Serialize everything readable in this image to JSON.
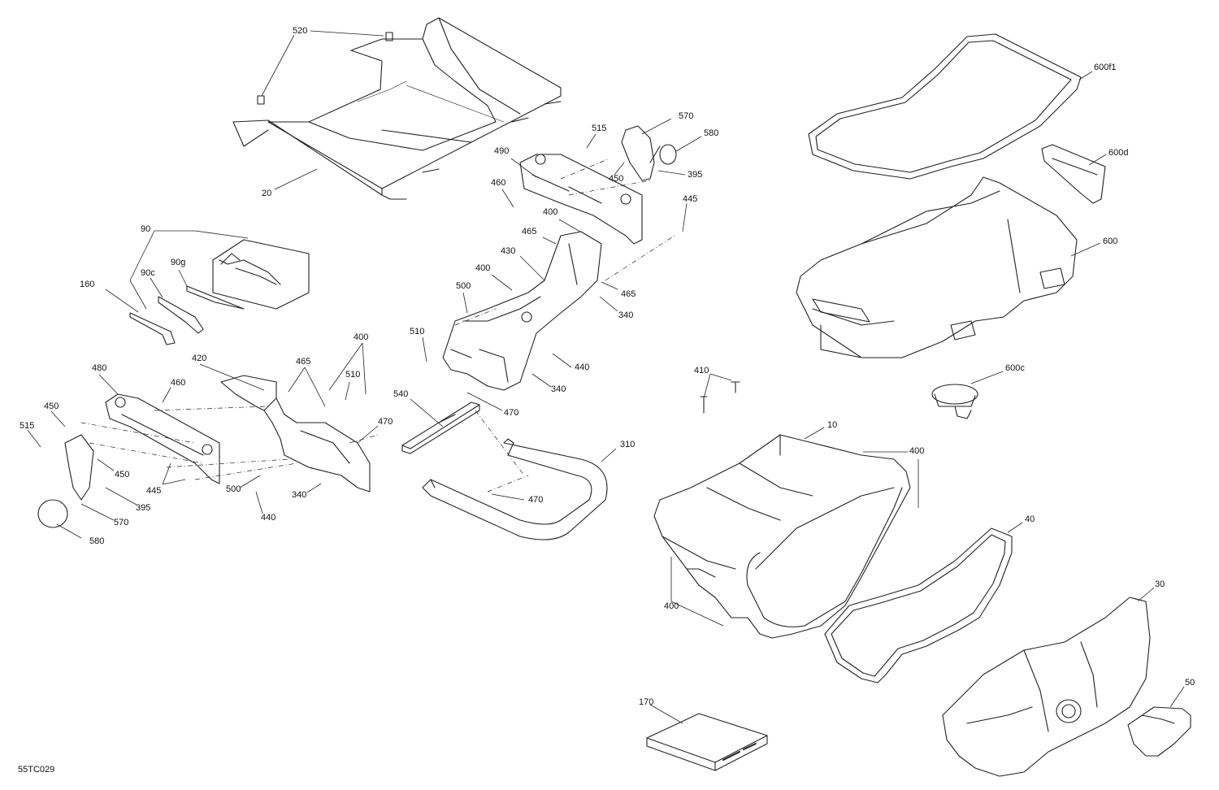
{
  "drawing_id": "55TC029",
  "callouts": [
    {
      "id": "c520",
      "text": "520"
    },
    {
      "id": "c20",
      "text": "20"
    },
    {
      "id": "c90",
      "text": "90"
    },
    {
      "id": "c90c",
      "text": "90c"
    },
    {
      "id": "c90g",
      "text": "90g"
    },
    {
      "id": "c160",
      "text": "160"
    },
    {
      "id": "c515a",
      "text": "515"
    },
    {
      "id": "c570a",
      "text": "570"
    },
    {
      "id": "c580a",
      "text": "580"
    },
    {
      "id": "c490",
      "text": "490"
    },
    {
      "id": "c450a",
      "text": "450"
    },
    {
      "id": "c395a",
      "text": "395"
    },
    {
      "id": "c460a",
      "text": "460"
    },
    {
      "id": "c445a",
      "text": "445"
    },
    {
      "id": "c400a",
      "text": "400"
    },
    {
      "id": "c465a",
      "text": "465"
    },
    {
      "id": "c430",
      "text": "430"
    },
    {
      "id": "c400b",
      "text": "400"
    },
    {
      "id": "c465b",
      "text": "465"
    },
    {
      "id": "c500a",
      "text": "500"
    },
    {
      "id": "c340a",
      "text": "340"
    },
    {
      "id": "c510a",
      "text": "510"
    },
    {
      "id": "c440a",
      "text": "440"
    },
    {
      "id": "c340b",
      "text": "340"
    },
    {
      "id": "c470a",
      "text": "470"
    },
    {
      "id": "c400c",
      "text": "400"
    },
    {
      "id": "c420",
      "text": "420"
    },
    {
      "id": "c465c",
      "text": "465"
    },
    {
      "id": "c510b",
      "text": "510"
    },
    {
      "id": "c480",
      "text": "480"
    },
    {
      "id": "c460b",
      "text": "460"
    },
    {
      "id": "c450b",
      "text": "450"
    },
    {
      "id": "c515b",
      "text": "515"
    },
    {
      "id": "c470b",
      "text": "470"
    },
    {
      "id": "c540",
      "text": "540"
    },
    {
      "id": "c450c",
      "text": "450"
    },
    {
      "id": "c445b",
      "text": "445"
    },
    {
      "id": "c500b",
      "text": "500"
    },
    {
      "id": "c395b",
      "text": "395"
    },
    {
      "id": "c570b",
      "text": "570"
    },
    {
      "id": "c440b",
      "text": "440"
    },
    {
      "id": "c340c",
      "text": "340"
    },
    {
      "id": "c580b",
      "text": "580"
    },
    {
      "id": "c310",
      "text": "310"
    },
    {
      "id": "c470c",
      "text": "470"
    },
    {
      "id": "c600f1",
      "text": "600f1"
    },
    {
      "id": "c600d",
      "text": "600d"
    },
    {
      "id": "c600",
      "text": "600"
    },
    {
      "id": "c600c",
      "text": "600c"
    },
    {
      "id": "c410",
      "text": "410"
    },
    {
      "id": "c10",
      "text": "10"
    },
    {
      "id": "c400d",
      "text": "400"
    },
    {
      "id": "c40",
      "text": "40"
    },
    {
      "id": "c400e",
      "text": "400"
    },
    {
      "id": "c30",
      "text": "30"
    },
    {
      "id": "c50",
      "text": "50"
    },
    {
      "id": "c170",
      "text": "170"
    }
  ]
}
